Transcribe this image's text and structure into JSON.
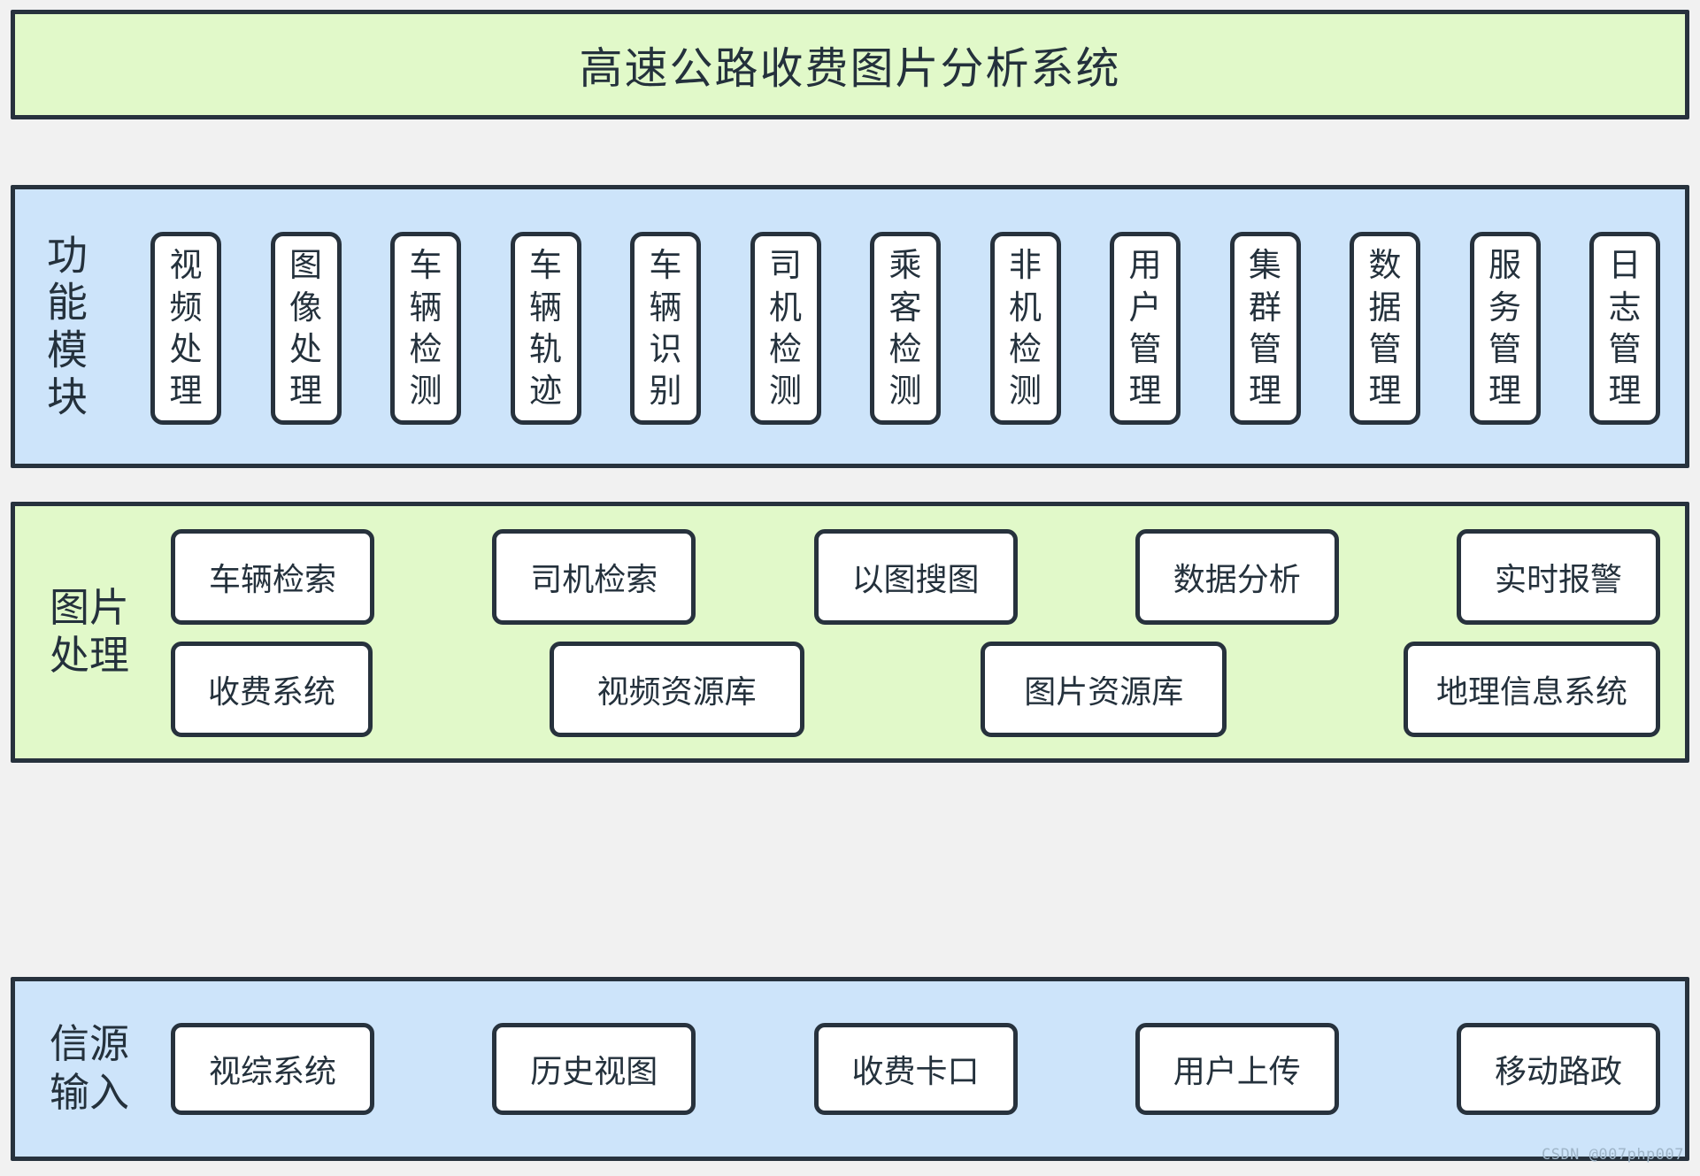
{
  "title": {
    "text": "高速公路收费图片分析系统",
    "background_color": "#e1f9c9",
    "border_color": "#27323d"
  },
  "modules_section": {
    "label": "功\n能\n模\n块",
    "background_color": "#cde4fa",
    "border_color": "#27323d",
    "items": [
      {
        "label": "视\n频\n处\n理"
      },
      {
        "label": "图\n像\n处\n理"
      },
      {
        "label": "车\n辆\n检\n测"
      },
      {
        "label": "车\n辆\n轨\n迹"
      },
      {
        "label": "车\n辆\n识\n别"
      },
      {
        "label": "司\n机\n检\n测"
      },
      {
        "label": "乘\n客\n检\n测"
      },
      {
        "label": "非\n机\n检\n测"
      },
      {
        "label": "用\n户\n管\n理"
      },
      {
        "label": "集\n群\n管\n理"
      },
      {
        "label": "数\n据\n管\n理"
      },
      {
        "label": "服\n务\n管\n理"
      },
      {
        "label": "日\n志\n管\n理"
      }
    ]
  },
  "processing_section": {
    "label": "图片\n处理",
    "background_color": "#e1f9c9",
    "border_color": "#27323d",
    "row1": [
      {
        "label": "车辆检索"
      },
      {
        "label": "司机检索"
      },
      {
        "label": "以图搜图"
      },
      {
        "label": "数据分析"
      },
      {
        "label": "实时报警"
      }
    ],
    "row2": [
      {
        "label": "收费系统"
      },
      {
        "label": "视频资源库"
      },
      {
        "label": "图片资源库"
      },
      {
        "label": "地理信息系统"
      }
    ]
  },
  "source_section": {
    "label": "信源\n输入",
    "background_color": "#cde4fa",
    "border_color": "#27323d",
    "items": [
      {
        "label": "视综系统"
      },
      {
        "label": "历史视图"
      },
      {
        "label": "收费卡口"
      },
      {
        "label": "用户上传"
      },
      {
        "label": "移动路政"
      }
    ]
  },
  "watermark": {
    "text": "CSDN @007php007"
  }
}
